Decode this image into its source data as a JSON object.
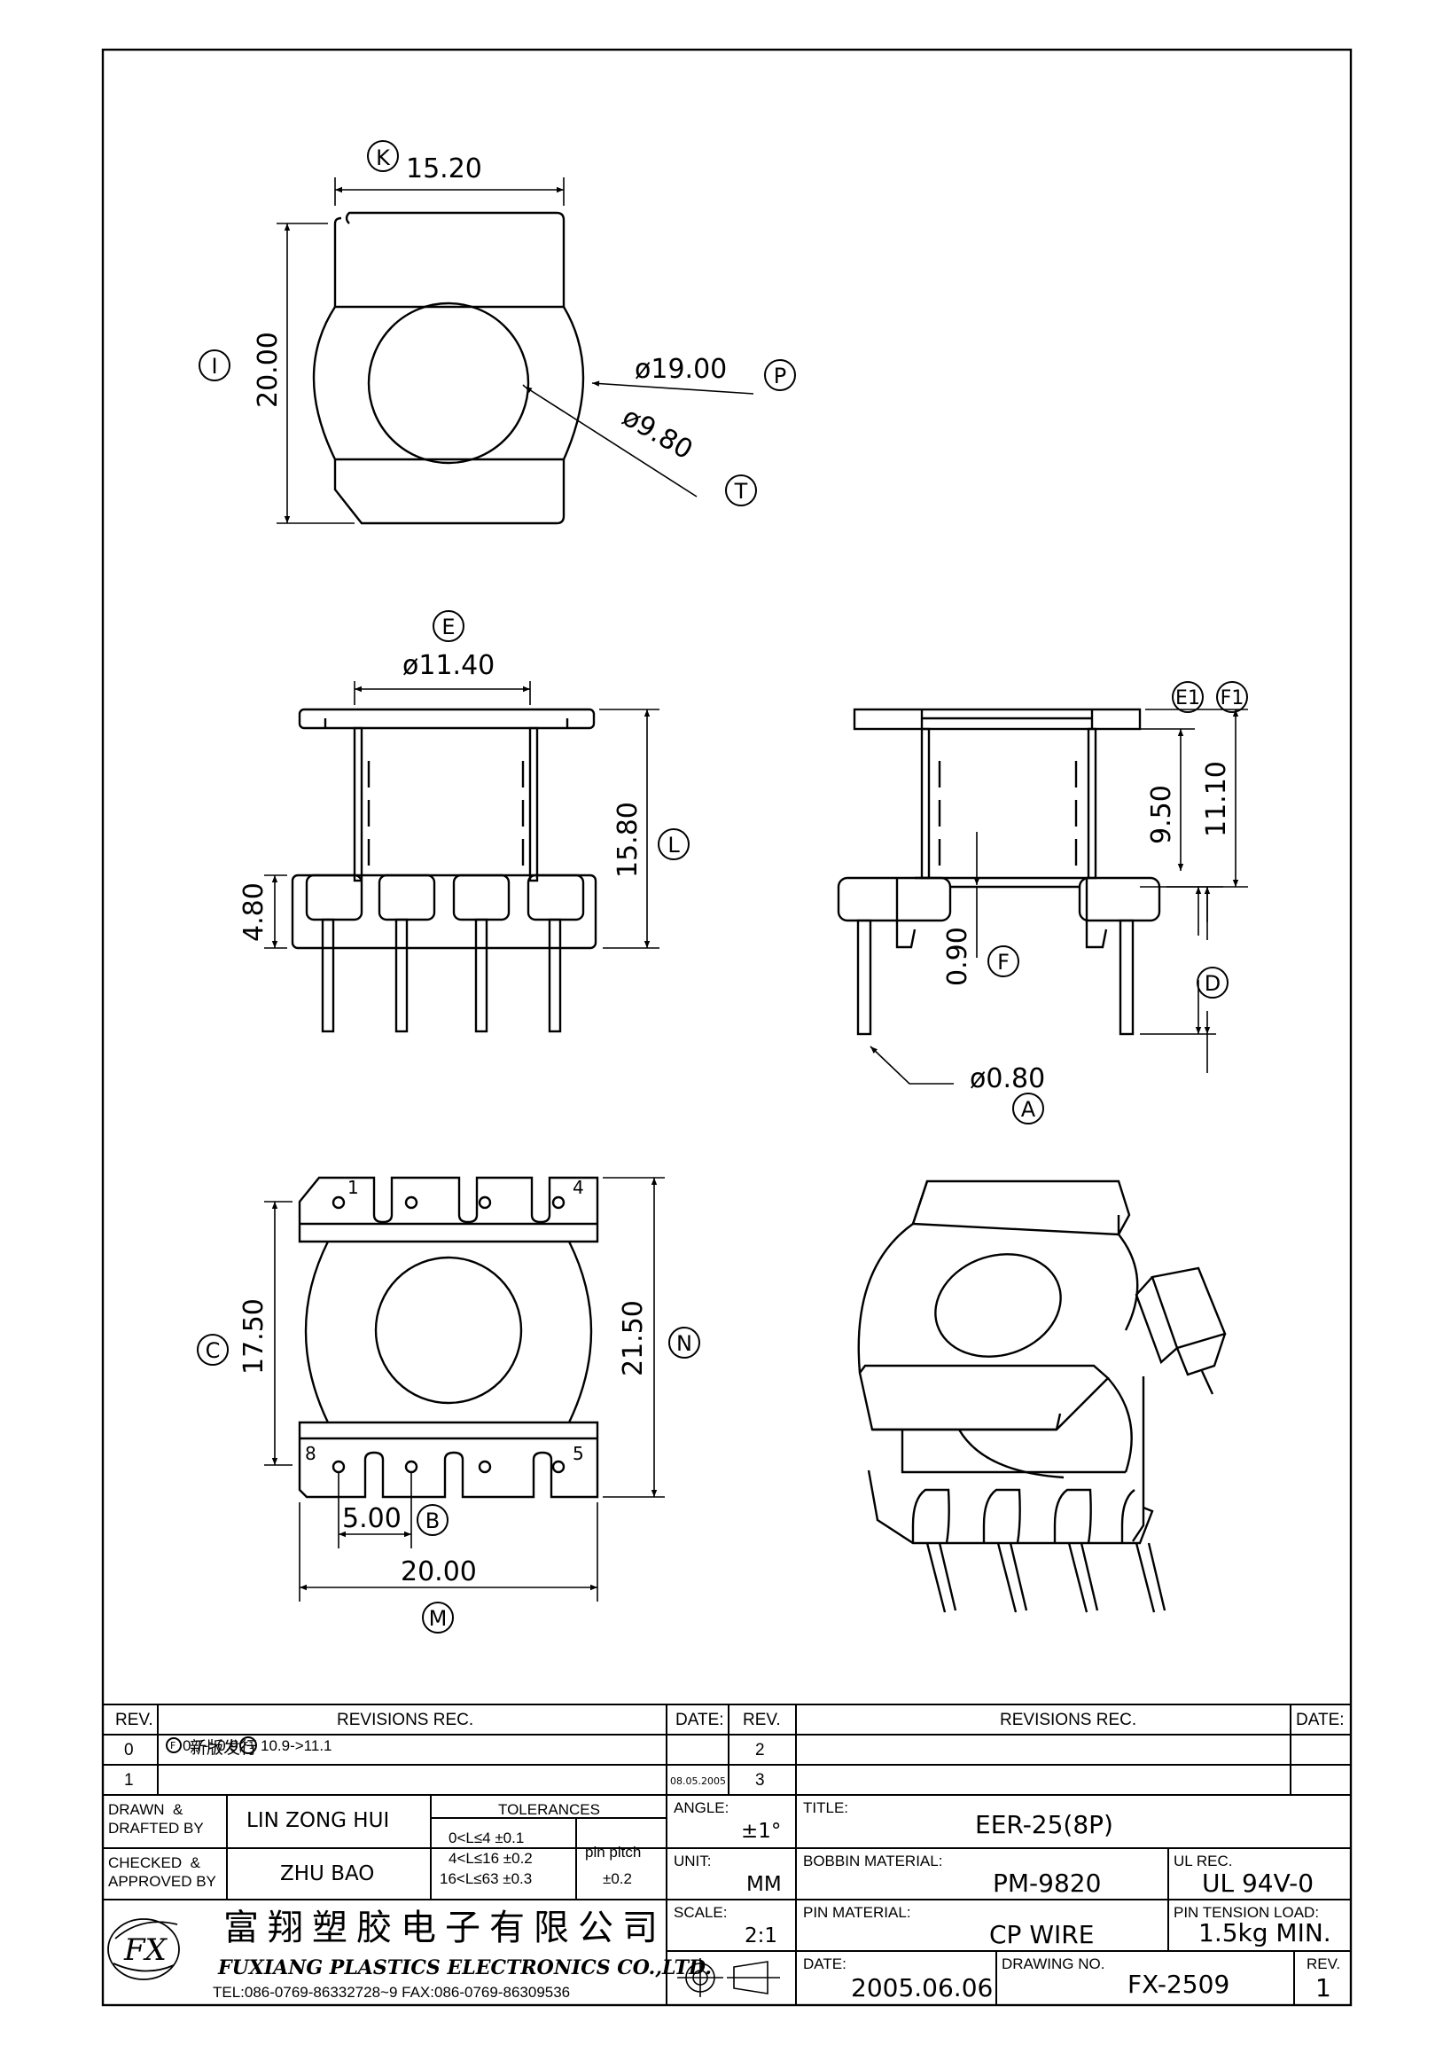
{
  "views": {
    "top": {
      "width_dim": "15.20",
      "width_tag": "K",
      "height_dim": "20.00",
      "height_tag": "I",
      "outer_dia": "ø19.00",
      "outer_tag": "P",
      "inner_dia": "ø9.80",
      "inner_tag": "T"
    },
    "front": {
      "core_dia": "ø11.40",
      "core_tag": "E",
      "height_dim": "15.80",
      "height_tag": "L",
      "base_dim": "4.80"
    },
    "side": {
      "tags": [
        "E1",
        "F1"
      ],
      "dim_a": "9.50",
      "dim_b": "11.10",
      "step_dim": "0.90",
      "step_tag": "F",
      "pin_tag": "D",
      "pin_dia": "ø0.80",
      "pin_dia_tag": "A"
    },
    "bottom": {
      "pin_labels": [
        "1",
        "4",
        "8",
        "5"
      ],
      "c_dim": "17.50",
      "c_tag": "C",
      "n_dim": "21.50",
      "n_tag": "N",
      "pitch_dim": "5.00",
      "pitch_tag": "B",
      "width_dim": "20.00",
      "width_tag": "M"
    }
  },
  "revisions": {
    "header": {
      "rev": "REV.",
      "rec": "REVISIONS   REC.",
      "date": "DATE:"
    },
    "rows": [
      {
        "rev": "0",
        "text": "新版发行",
        "date": ""
      },
      {
        "rev": "1",
        "text": "0.7->0.9;",
        "text_tag_a": "F",
        "text_tag_b": "F1",
        "text2": "10.9->11.1",
        "date": "08.05.2005"
      }
    ],
    "right_rows": [
      "2",
      "3"
    ]
  },
  "title_block": {
    "drawn_label": "DRAWN  &\nDRAFTED BY",
    "drawn_by": "LIN ZONG HUI",
    "checked_label": "CHECKED  &\nAPPROVED BY",
    "checked_by": "ZHU BAO",
    "tolerances_label": "TOLERANCES",
    "tol_rows": [
      "0<L≤4    ±0.1",
      "4<L≤16  ±0.2",
      "16<L≤63  ±0.3"
    ],
    "pin_pitch_label": "pin  pitch",
    "pin_pitch_value": "±0.2",
    "angle_label": "ANGLE:",
    "angle_value": "±1°",
    "unit_label": "UNIT:",
    "unit_value": "MM",
    "scale_label": "SCALE:",
    "scale_value": "2:1",
    "title_label": "TITLE:",
    "title_value": "EER-25(8P)",
    "bobbin_label": "BOBBIN  MATERIAL:",
    "bobbin_value": "PM-9820",
    "ul_label": "UL  REC.",
    "ul_value": "UL  94V-0",
    "pin_mat_label": "PIN  MATERIAL:",
    "pin_mat_value": "CP  WIRE",
    "tension_label": "PIN  TENSION  LOAD:",
    "tension_value": "1.5kg  MIN.",
    "date_label": "DATE:",
    "date_value": "2005.06.06",
    "drawing_no_label": "DRAWING  NO.",
    "drawing_no_value": "FX-2509",
    "rev_label": "REV.",
    "rev_value": "1",
    "company_cn": "富翔塑胶电子有限公司",
    "company_en": "FUXIANG  PLASTICS  ELECTRONICS  CO.,LTD.",
    "company_tel": "TEL:086-0769-86332728~9   FAX:086-0769-86309536",
    "logo_text": "FX"
  }
}
